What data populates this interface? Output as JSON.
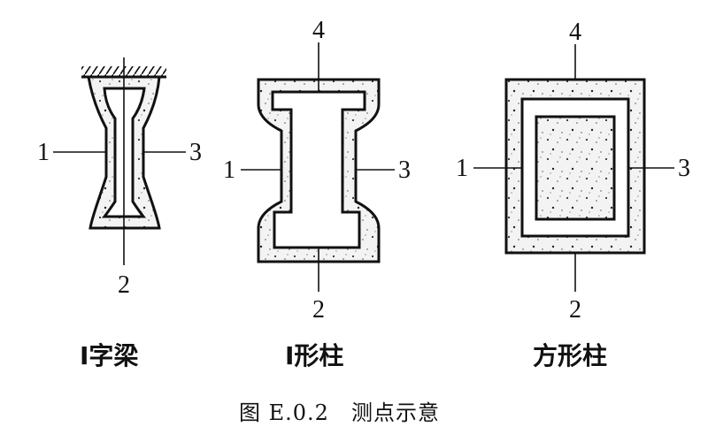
{
  "figure": {
    "caption": "图 E.0.2　测点示意"
  },
  "shapes": [
    {
      "caption": "I字梁",
      "points": [
        "1",
        "2",
        "3"
      ]
    },
    {
      "caption": "I形柱",
      "points": [
        "1",
        "2",
        "3",
        "4"
      ]
    },
    {
      "caption": "方形柱",
      "points": [
        "1",
        "2",
        "3",
        "4"
      ]
    }
  ]
}
